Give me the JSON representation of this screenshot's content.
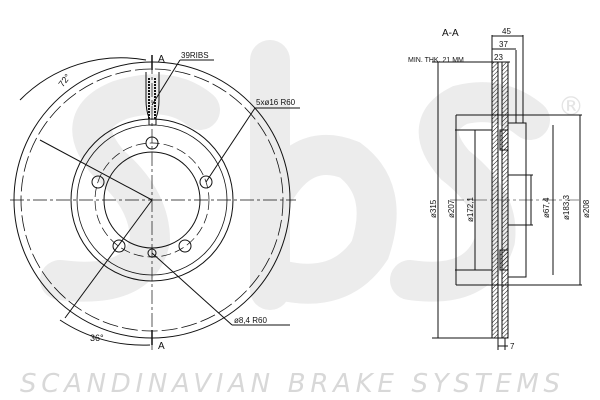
{
  "watermark": {
    "logo": "sbs",
    "tagline": "SCANDINAVIAN BRAKE SYSTEMS",
    "registered": "®",
    "color": "#e4e4e4"
  },
  "front_view": {
    "section_mark_top": "A",
    "section_mark_bottom": "A",
    "angle_top": "72°",
    "angle_bottom": "36°",
    "ribs": "39RIBS",
    "bolt_holes": "5xø16  R60",
    "small_hole": "ø8,4  R60"
  },
  "section_view": {
    "title": "A-A",
    "min_thickness": "MIN. THK. 21 MM",
    "dims_top": [
      "45",
      "37",
      "23"
    ],
    "dim_bottom": "7",
    "diameters": [
      "ø315",
      "ø207",
      "ø172,1",
      "ø67,4",
      "ø183,3",
      "ø208"
    ]
  }
}
